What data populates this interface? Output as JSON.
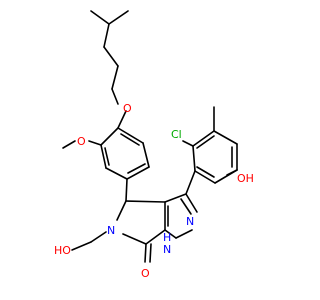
{
  "colors": {
    "bond": "#000000",
    "oxygen": "#ff0000",
    "nitrogen": "#0000ff",
    "chlorine": "#00aa00",
    "background": "#ffffff"
  },
  "atoms": {
    "o_ether": "O",
    "o_methoxy": "O",
    "cl": "Cl",
    "oh_phenol": "OH",
    "n_lactam": "N",
    "ho_ethyl": "HO",
    "n_pyrazole": "N",
    "nh_pyrazole_n": "N",
    "nh_pyrazole_h": "H",
    "o_carbonyl": "O"
  }
}
